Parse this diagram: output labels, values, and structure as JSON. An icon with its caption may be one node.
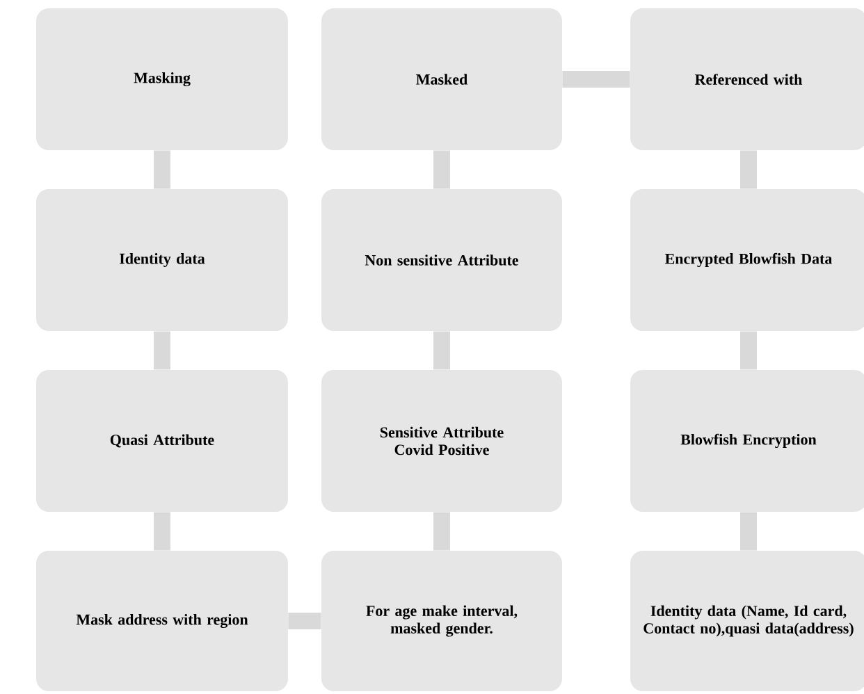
{
  "diagram": {
    "nodes": [
      {
        "text": [
          "Masking"
        ]
      },
      {
        "text": [
          "Masked"
        ]
      },
      {
        "text": [
          "Referenced with"
        ]
      },
      {
        "text": [
          "Identity data"
        ]
      },
      {
        "text": [
          "Non sensitive Attribute"
        ]
      },
      {
        "text": [
          "Encrypted Blowfish Data"
        ]
      },
      {
        "text": [
          "Quasi Attribute"
        ]
      },
      {
        "text": [
          "Sensitive Attribute Covid Positive"
        ]
      },
      {
        "text": [
          "Blowfish Encryption"
        ]
      },
      {
        "text": [
          "Mask address with region"
        ]
      },
      {
        "text": [
          "For age make interval, masked gender."
        ]
      },
      {
        "text": [
          "Identity data (Name, Id card, Contact no),quasi data(address)"
        ]
      }
    ],
    "edges": [
      {
        "from": 0,
        "to": 3,
        "arrow": "none"
      },
      {
        "from": 3,
        "to": 6,
        "arrow": "none"
      },
      {
        "from": 6,
        "to": 9,
        "arrow": "none"
      },
      {
        "from": 9,
        "to": 10,
        "arrow": "none"
      },
      {
        "from": 10,
        "to": 7,
        "arrow": "none"
      },
      {
        "from": 7,
        "to": 4,
        "arrow": "none"
      },
      {
        "from": 4,
        "to": 1,
        "arrow": "none"
      },
      {
        "from": 1,
        "to": 2,
        "arrow": "none"
      },
      {
        "from": 2,
        "to": 5,
        "arrow": "none"
      },
      {
        "from": 5,
        "to": 8,
        "arrow": "none"
      },
      {
        "from": 8,
        "to": 11,
        "arrow": "none"
      }
    ]
  }
}
